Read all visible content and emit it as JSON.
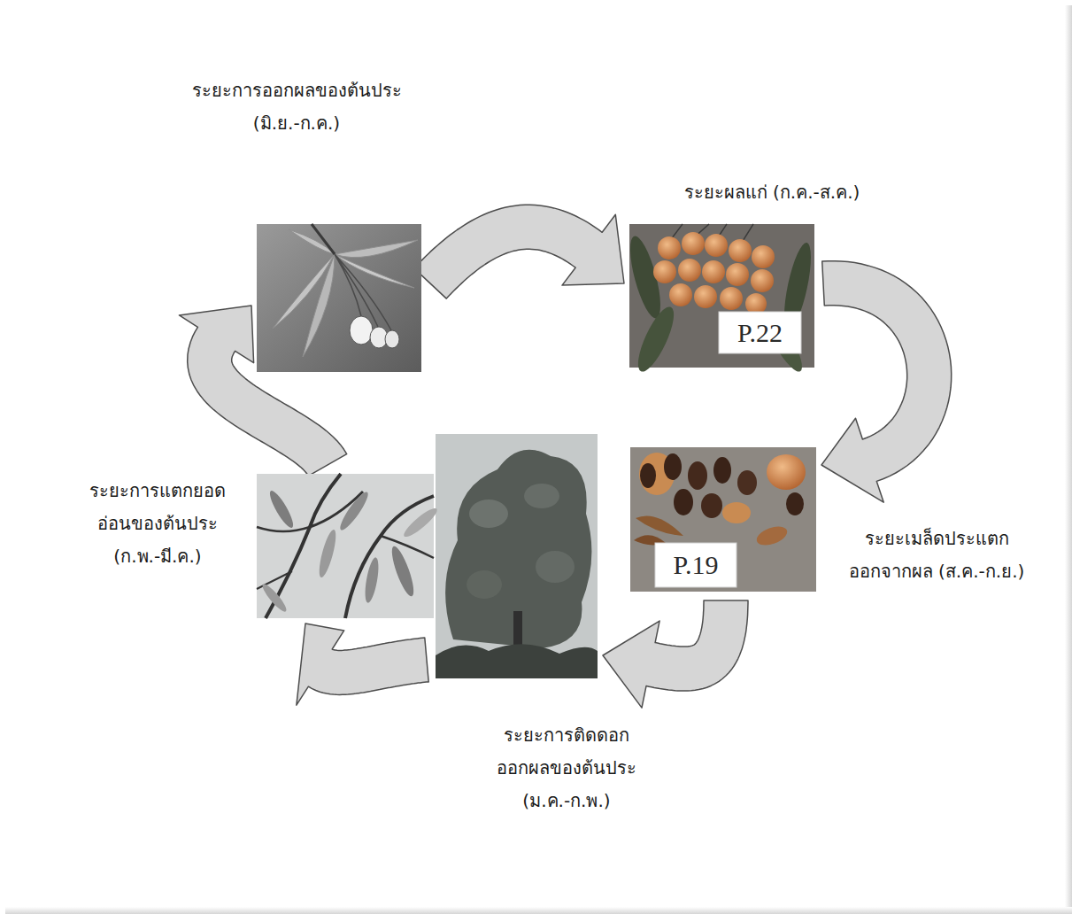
{
  "diagram": {
    "nodes": [
      {
        "text": [
          "ระยะการออกผลของต้นประ (มิ.ย.-ก.ค.)"
        ]
      },
      {
        "text": [
          "ระยะผลแก่ (ก.ค.-ส.ค.)"
        ]
      },
      {
        "text": [
          "ระยะเมล็ดประแตก ออกจากผล (ส.ค.-ก.ย.)"
        ]
      },
      {
        "text": [
          "ระยะการติดดอก ออกผลของต้นประ (ม.ค.-ก.พ.)"
        ]
      },
      {
        "text": [
          "ระยะการแตกยอด อ่อนของต้นประ (ก.พ.-มี.ค.)"
        ]
      }
    ],
    "edges": [
      {
        "from": 0,
        "to": 1,
        "arrow": "to"
      },
      {
        "from": 1,
        "to": 2,
        "arrow": "to"
      },
      {
        "from": 2,
        "to": 3,
        "arrow": "to"
      },
      {
        "from": 3,
        "to": 4,
        "arrow": "to"
      },
      {
        "from": 4,
        "to": 0,
        "arrow": "to"
      }
    ],
    "labels": [
      "P.22",
      "P.19"
    ]
  }
}
